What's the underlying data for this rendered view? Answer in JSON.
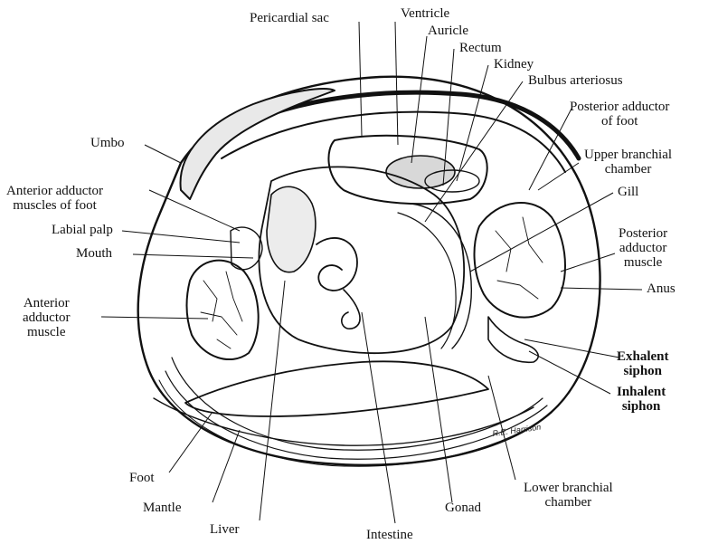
{
  "labels": {
    "pericardial_sac": "Pericardial sac",
    "ventricle": "Ventricle",
    "auricle": "Auricle",
    "rectum": "Rectum",
    "kidney": "Kidney",
    "bulbus_arteriosus": "Bulbus arteriosus",
    "posterior_adductor_of_foot": "Posterior adductor\nof foot",
    "umbo": "Umbo",
    "upper_branchial_chamber": "Upper branchial\nchamber",
    "anterior_adductor_muscles_of_foot": "Anterior adductor\nmuscles of foot",
    "gill": "Gill",
    "labial_palp": "Labial palp",
    "mouth": "Mouth",
    "posterior_adductor_muscle": "Posterior\nadductor\nmuscle",
    "anus": "Anus",
    "anterior_adductor_muscle": "Anterior\nadductor\nmuscle",
    "exhalent_siphon": "Exhalent\nsiphon",
    "inhalent_siphon": "Inhalent\nsiphon",
    "foot": "Foot",
    "mantle": "Mantle",
    "liver": "Liver",
    "intestine": "Intestine",
    "gonad": "Gonad",
    "lower_branchial_chamber": "Lower branchial\nchamber"
  },
  "signature": "R.E. Harrison"
}
